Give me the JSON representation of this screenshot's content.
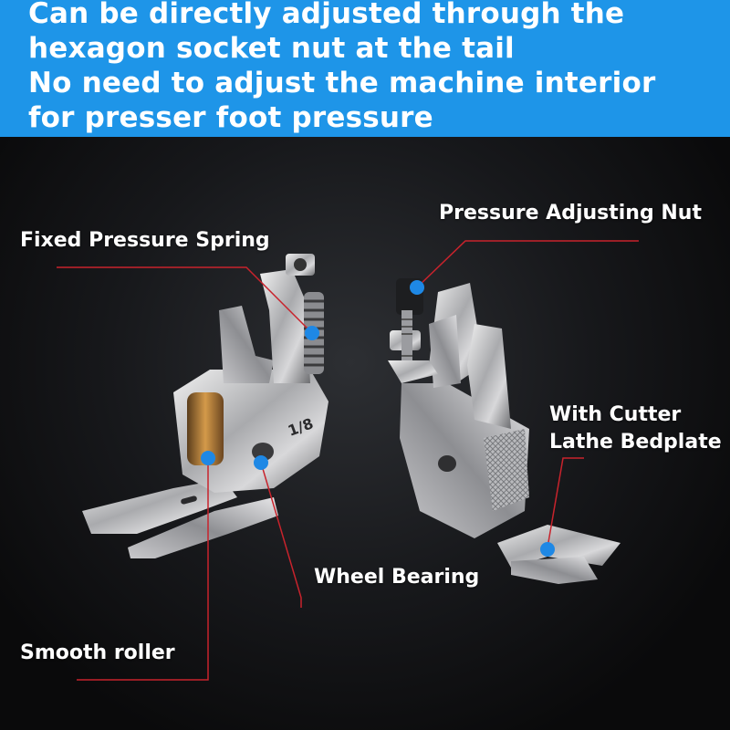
{
  "banner": {
    "lines": [
      "Can be directly adjusted through the",
      "hexagon socket nut at the tail",
      "No need to adjust the machine interior",
      "for presser foot pressure"
    ]
  },
  "callouts": {
    "fixed_pressure_spring": "Fixed Pressure Spring",
    "pressure_adjusting_nut": "Pressure Adjusting Nut",
    "with_cutter": "With Cutter",
    "lathe_bedplate": "Lathe Bedplate",
    "wheel_bearing": "Wheel Bearing",
    "smooth_roller": "Smooth roller"
  },
  "product": {
    "engraving": "1/8"
  },
  "colors": {
    "banner": "#1e95e8",
    "leader_line": "#c8232c",
    "marker": "#1e88e5",
    "text": "#ffffff"
  }
}
